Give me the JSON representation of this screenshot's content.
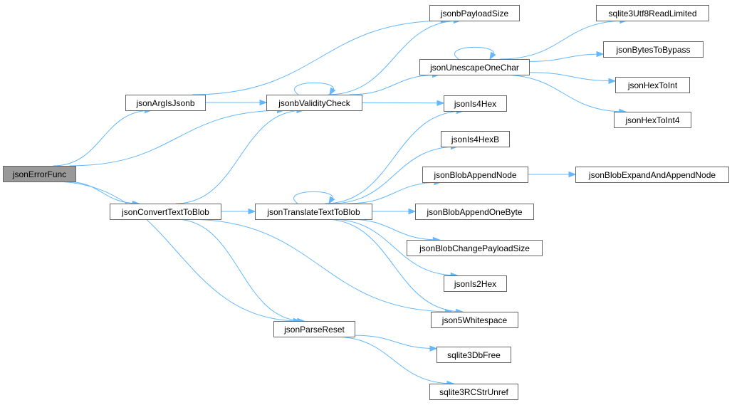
{
  "graph": {
    "root": "jsonErrorFunc",
    "nodes": [
      {
        "id": "jsonErrorFunc",
        "label": "jsonErrorFunc"
      },
      {
        "id": "jsonArgIsJsonb",
        "label": "jsonArgIsJsonb"
      },
      {
        "id": "jsonbValidityCheck",
        "label": "jsonbValidityCheck"
      },
      {
        "id": "jsonConvertTextToBlob",
        "label": "jsonConvertTextToBlob"
      },
      {
        "id": "jsonTranslateTextToBlob",
        "label": "jsonTranslateTextToBlob"
      },
      {
        "id": "jsonParseReset",
        "label": "jsonParseReset"
      },
      {
        "id": "jsonbPayloadSize",
        "label": "jsonbPayloadSize"
      },
      {
        "id": "jsonUnescapeOneChar",
        "label": "jsonUnescapeOneChar"
      },
      {
        "id": "jsonIs4Hex",
        "label": "jsonIs4Hex"
      },
      {
        "id": "jsonIs4HexB",
        "label": "jsonIs4HexB"
      },
      {
        "id": "jsonBlobAppendNode",
        "label": "jsonBlobAppendNode"
      },
      {
        "id": "jsonBlobAppendOneByte",
        "label": "jsonBlobAppendOneByte"
      },
      {
        "id": "jsonBlobChangePayloadSize",
        "label": "jsonBlobChangePayloadSize"
      },
      {
        "id": "jsonIs2Hex",
        "label": "jsonIs2Hex"
      },
      {
        "id": "json5Whitespace",
        "label": "json5Whitespace"
      },
      {
        "id": "sqlite3DbFree",
        "label": "sqlite3DbFree"
      },
      {
        "id": "sqlite3RCStrUnref",
        "label": "sqlite3RCStrUnref"
      },
      {
        "id": "sqlite3Utf8ReadLimited",
        "label": "sqlite3Utf8ReadLimited"
      },
      {
        "id": "jsonBytesToBypass",
        "label": "jsonBytesToBypass"
      },
      {
        "id": "jsonHexToInt",
        "label": "jsonHexToInt"
      },
      {
        "id": "jsonHexToInt4",
        "label": "jsonHexToInt4"
      },
      {
        "id": "jsonBlobExpandAndAppendNode",
        "label": "jsonBlobExpandAndAppendNode"
      }
    ],
    "edges": [
      {
        "from": "jsonErrorFunc",
        "to": "jsonArgIsJsonb"
      },
      {
        "from": "jsonErrorFunc",
        "to": "jsonbValidityCheck"
      },
      {
        "from": "jsonErrorFunc",
        "to": "jsonConvertTextToBlob"
      },
      {
        "from": "jsonErrorFunc",
        "to": "jsonParseReset"
      },
      {
        "from": "jsonArgIsJsonb",
        "to": "jsonbPayloadSize"
      },
      {
        "from": "jsonArgIsJsonb",
        "to": "jsonbValidityCheck"
      },
      {
        "from": "jsonbValidityCheck",
        "to": "jsonbValidityCheck"
      },
      {
        "from": "jsonbValidityCheck",
        "to": "jsonbPayloadSize"
      },
      {
        "from": "jsonbValidityCheck",
        "to": "jsonUnescapeOneChar"
      },
      {
        "from": "jsonbValidityCheck",
        "to": "jsonIs4Hex"
      },
      {
        "from": "jsonConvertTextToBlob",
        "to": "jsonbValidityCheck"
      },
      {
        "from": "jsonConvertTextToBlob",
        "to": "jsonTranslateTextToBlob"
      },
      {
        "from": "jsonConvertTextToBlob",
        "to": "json5Whitespace"
      },
      {
        "from": "jsonConvertTextToBlob",
        "to": "jsonParseReset"
      },
      {
        "from": "jsonTranslateTextToBlob",
        "to": "jsonTranslateTextToBlob"
      },
      {
        "from": "jsonTranslateTextToBlob",
        "to": "jsonIs4Hex"
      },
      {
        "from": "jsonTranslateTextToBlob",
        "to": "jsonIs4HexB"
      },
      {
        "from": "jsonTranslateTextToBlob",
        "to": "jsonBlobAppendNode"
      },
      {
        "from": "jsonTranslateTextToBlob",
        "to": "jsonBlobAppendOneByte"
      },
      {
        "from": "jsonTranslateTextToBlob",
        "to": "jsonBlobChangePayloadSize"
      },
      {
        "from": "jsonTranslateTextToBlob",
        "to": "jsonIs2Hex"
      },
      {
        "from": "jsonTranslateTextToBlob",
        "to": "json5Whitespace"
      },
      {
        "from": "jsonParseReset",
        "to": "sqlite3DbFree"
      },
      {
        "from": "jsonParseReset",
        "to": "sqlite3RCStrUnref"
      },
      {
        "from": "jsonUnescapeOneChar",
        "to": "jsonUnescapeOneChar"
      },
      {
        "from": "jsonUnescapeOneChar",
        "to": "sqlite3Utf8ReadLimited"
      },
      {
        "from": "jsonUnescapeOneChar",
        "to": "jsonBytesToBypass"
      },
      {
        "from": "jsonUnescapeOneChar",
        "to": "jsonHexToInt"
      },
      {
        "from": "jsonUnescapeOneChar",
        "to": "jsonHexToInt4"
      },
      {
        "from": "jsonBlobAppendNode",
        "to": "jsonBlobExpandAndAppendNode"
      }
    ],
    "colors": {
      "edge": "#63b8ff",
      "node_border": "#666666",
      "root_fill": "#999999",
      "node_fill": "#ffffff"
    }
  }
}
